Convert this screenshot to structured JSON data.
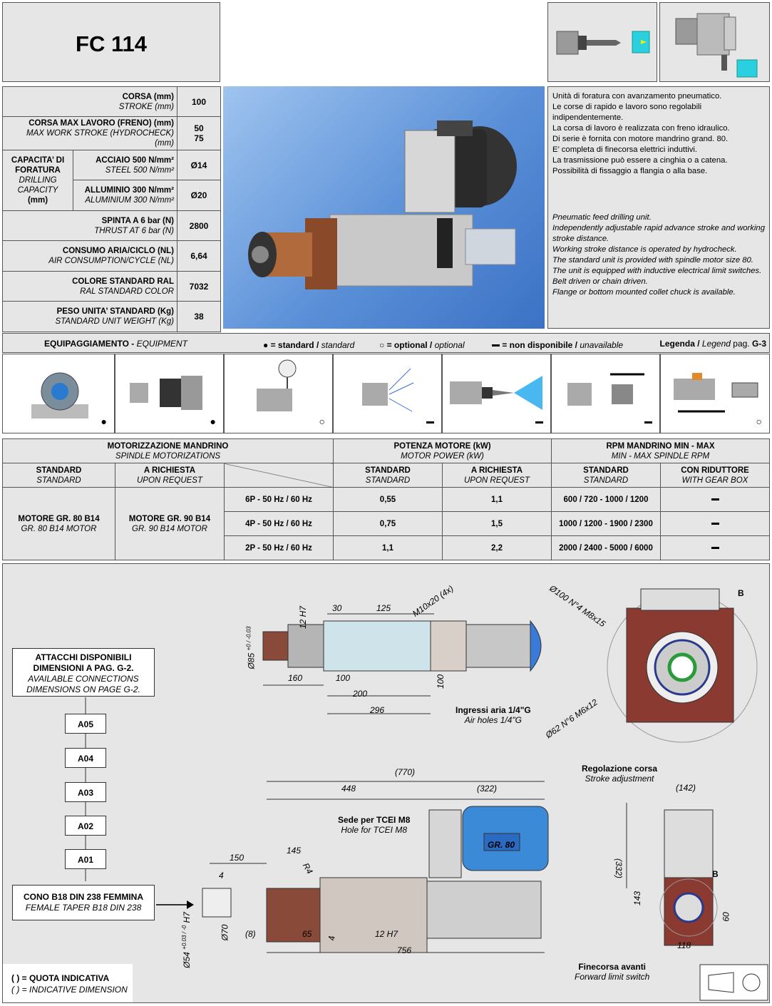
{
  "header": {
    "title": "FC 114"
  },
  "specs": {
    "stroke": {
      "label": "CORSA (mm)",
      "sub": "STROKE (mm)",
      "value": "100"
    },
    "max_stroke": {
      "label": "CORSA MAX LAVORO (FRENO) (mm)",
      "sub": "MAX WORK STROKE (HYDROCHECK) (mm)",
      "value1": "50",
      "value2": "75"
    },
    "capacity": {
      "l1": "CAPACITA’ DI",
      "l2": "FORATURA",
      "l3": "DRILLING",
      "l4": "CAPACITY",
      "l5": "(mm)"
    },
    "steel": {
      "label": "ACCIAIO 500 N/mm²",
      "sub": "STEEL 500 N/mm²",
      "value": "Ø14"
    },
    "alu": {
      "label": "ALLUMINIO 300 N/mm²",
      "sub": "ALUMINIUM 300 N/mm²",
      "value": "Ø20"
    },
    "thrust": {
      "label": "SPINTA A 6 bar (N)",
      "sub": "THRUST AT 6 bar (N)",
      "value": "2800"
    },
    "air": {
      "label": "CONSUMO ARIA/CICLO (NL)",
      "sub": "AIR CONSUMPTION/CYCLE (NL)",
      "value": "6,64"
    },
    "color": {
      "label": "COLORE STANDARD RAL",
      "sub": "RAL STANDARD COLOR",
      "value": "7032"
    },
    "weight": {
      "label": "PESO UNITA’ STANDARD (Kg)",
      "sub": "STANDARD UNIT WEIGHT (Kg)",
      "value": "38"
    }
  },
  "description": {
    "it": [
      "Unità di foratura con avanzamento pneumatico.",
      "Le corse di rapido e lavoro sono regolabili indipendentemente.",
      "La corsa di lavoro è realizzata con freno idraulico.",
      "Di serie è fornita con motore mandrino grand. 80.",
      "E’ completa di finecorsa elettrici induttivi.",
      "La trasmissione può essere a cinghia o a catena.",
      "Possibilità di fissaggio a flangia o alla base."
    ],
    "en": [
      "Pneumatic feed drilling unit.",
      "Independently adjustable rapid advance stroke and working stroke distance.",
      "Working stroke distance is operated by hydrocheck.",
      "The standard unit is provided with spindle motor size 80.",
      "The unit is equipped with inductive electrical limit switches.",
      "Belt driven or chain driven.",
      "Flange or bottom mounted collet chuck is available."
    ]
  },
  "equipment": {
    "title": "EQUIPAGGIAMENTO -",
    "title_en": "EQUIPMENT",
    "legend_std": "= standard /",
    "legend_std_en": "standard",
    "legend_opt": "= optional /",
    "legend_opt_en": "optional",
    "legend_na": "= non disponibile /",
    "legend_na_en": "unavailable",
    "legend_ref": "Legenda /",
    "legend_ref_en": "Legend",
    "legend_page": "pag.",
    "legend_page_num": "G-3",
    "cells": [
      {
        "icon": "flange-mount-icon",
        "status": "●"
      },
      {
        "icon": "belt-transmission-icon",
        "status": "●"
      },
      {
        "icon": "dial-gauge-icon",
        "status": "○"
      },
      {
        "icon": "coolant-spray-icon",
        "status": "dash"
      },
      {
        "icon": "internal-coolant-icon",
        "status": "dash"
      },
      {
        "icon": "tool-change-icon",
        "status": "dash"
      },
      {
        "icon": "electronic-controller-icon",
        "status": "○"
      }
    ]
  },
  "motor": {
    "h1": "MOTORIZZAZIONE MANDRINO",
    "h1_en": "SPINDLE MOTORIZATIONS",
    "h2": "POTENZA MOTORE (kW)",
    "h2_en": "MOTOR POWER (kW)",
    "h3": "RPM MANDRINO MIN - MAX",
    "h3_en": "MIN - MAX SPINDLE RPM",
    "std": "STANDARD",
    "std_en": "STANDARD",
    "req": "A RICHIESTA",
    "req_en": "UPON REQUEST",
    "gear": "CON RIDUTTORE",
    "gear_en": "WITH GEAR BOX",
    "motor_std": "MOTORE  GR. 80  B14",
    "motor_std_en": "GR. 80  B14  MOTOR",
    "motor_req": "MOTORE  GR. 90  B14",
    "motor_req_en": "GR. 90  B14  MOTOR",
    "rows": [
      {
        "poles": "6P - 50 Hz / 60 Hz",
        "p_std": "0,55",
        "p_req": "1,1",
        "rpm": "600 / 720 - 1000 / 1200"
      },
      {
        "poles": "4P - 50 Hz / 60 Hz",
        "p_std": "0,75",
        "p_req": "1,5",
        "rpm": "1000 / 1200 - 1900 / 2300"
      },
      {
        "poles": "2P - 50 Hz / 60 Hz",
        "p_std": "1,1",
        "p_req": "2,2",
        "rpm": "2000 / 2400 - 5000 / 6000"
      }
    ]
  },
  "drawing": {
    "connections_l1": "ATTACCHI DISPONIBILI",
    "connections_l2": "DIMENSIONI A PAG. G-2.",
    "connections_l3": "AVAILABLE CONNECTIONS",
    "connections_l4": "DIMENSIONS ON PAGE G-2.",
    "codes": [
      "A05",
      "A04",
      "A03",
      "A02",
      "A01"
    ],
    "taper": "CONO B18 DIN 238 FEMMINA",
    "taper_en": "FEMALE TAPER B18 DIN 238",
    "note": "( ) = QUOTA INDICATIVA",
    "note_en": "( ) = INDICATIVE DIMENSION",
    "air_holes": "Ingressi aria 1/4\"G",
    "air_holes_en": "Air holes 1/4\"G",
    "stroke_adj": "Regolazione corsa",
    "stroke_adj_en": "Stroke adjustment",
    "hole": "Sede per TCEI M8",
    "hole_en": "Hole for TCEI M8",
    "limit": "Finecorsa avanti",
    "limit_en": "Forward limit switch",
    "motor_label": "GR. 80",
    "dims": {
      "d30": "30",
      "d125": "125",
      "m10": "M10x20 (4x)",
      "h7_12": "12 H7",
      "d85": "Ø85",
      "d85tol": "+0 / -0.03",
      "d160": "160",
      "d100": "100",
      "d200": "200",
      "d296": "296",
      "d100v": "100",
      "d770": "(770)",
      "d448": "448",
      "d322": "(322)",
      "d150": "150",
      "d145": "145",
      "d4": "4",
      "r4": "R4",
      "d8": "(8)",
      "d65": "65",
      "d4b": "4",
      "h7b": "12 H7",
      "d756": "756",
      "d70": "Ø70",
      "d54": "Ø54",
      "d54tol": "+0.03 / -0",
      "h7c": "H7",
      "d142": "(142)",
      "d332": "(332)",
      "d143": "143",
      "d60": "60",
      "d118": "118",
      "c100": "Ø100 N°4 M8x15",
      "c62": "Ø62 N°6 M6x12",
      "b1": "B",
      "b2": "B"
    }
  }
}
